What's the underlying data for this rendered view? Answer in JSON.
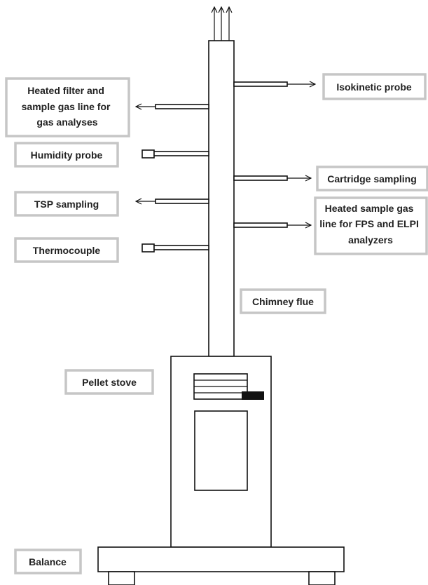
{
  "labels": {
    "heated_filter": [
      "Heated filter and",
      "sample gas line for",
      "gas analyses"
    ],
    "humidity_probe": "Humidity probe",
    "tsp_sampling": "TSP sampling",
    "thermocouple": "Thermocouple",
    "isokinetic_probe": "Isokinetic probe",
    "cartridge_sampling": "Cartridge sampling",
    "heated_sample_gas": [
      "Heated sample gas",
      "line for FPS and ELPI",
      "analyzers"
    ],
    "chimney_flue": "Chimney flue",
    "pellet_stove": "Pellet stove",
    "balance": "Balance"
  },
  "colors": {
    "label_border": "#c6c6c6",
    "line": "#111111",
    "text": "#222222"
  }
}
